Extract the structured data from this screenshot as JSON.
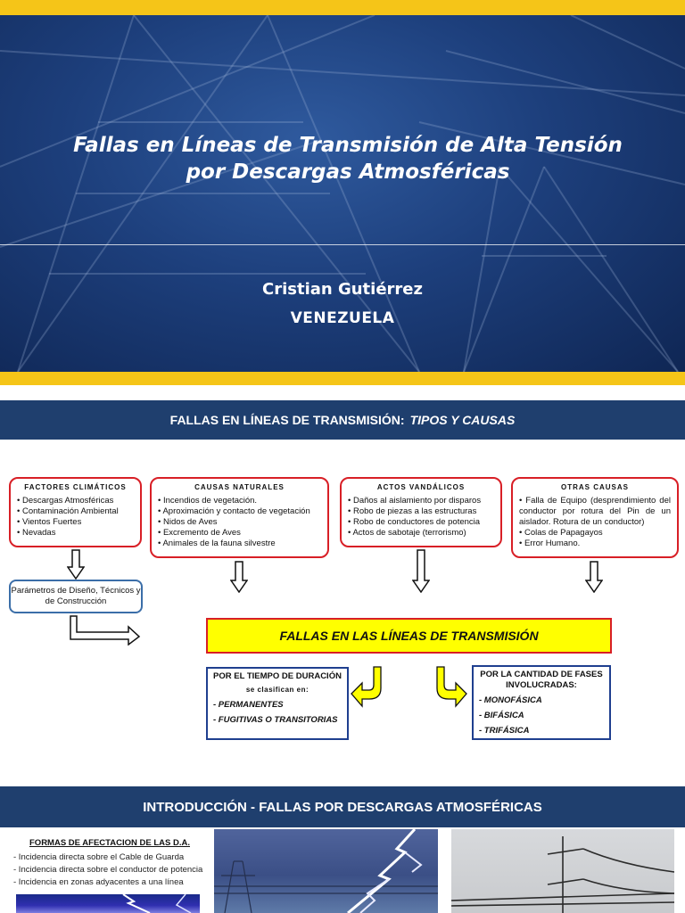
{
  "slide1": {
    "title_line1": "Fallas en Líneas de Transmisión de Alta Tensión",
    "title_line2": "por Descargas Atmosféricas",
    "author": "Cristian Gutiérrez",
    "country": "VENEZUELA",
    "colors": {
      "bar": "#f5c518",
      "background": "#1d3f7c"
    }
  },
  "slide2": {
    "header_main": "FALLAS EN LÍNEAS DE TRANSMISIÓN:",
    "header_italic": "TIPOS Y CAUSAS",
    "factores": {
      "title": "FACTORES CLIMÁTICOS",
      "items": [
        "Descargas Atmosféricas",
        "Contaminación Ambiental",
        "Vientos Fuertes",
        "Nevadas"
      ]
    },
    "naturales": {
      "title": "CAUSAS NATURALES",
      "items": [
        "Incendios de vegetación.",
        "Aproximación y contacto de vegetación",
        "Nidos de Aves",
        "Excremento de Aves",
        "Animales de la fauna silvestre"
      ]
    },
    "vandalicos": {
      "title": "ACTOS VANDÁLICOS",
      "items": [
        "Daños al aislamiento por disparos",
        "Robo de piezas a las estructuras",
        "Robo de conductores de potencia",
        "Actos de sabotaje (terrorismo)"
      ]
    },
    "otras": {
      "title": "OTRAS CAUSAS",
      "items": [
        "Falla de Equipo (desprendimiento del conductor por rotura del Pin de un aislador. Rotura de un conductor)",
        "Colas de Papagayos",
        "Error Humano."
      ]
    },
    "parametros": "Parámetros de Diseño, Técnicos y de Construcción",
    "main_label": "FALLAS EN LAS LÍNEAS DE TRANSMISIÓN",
    "duracion": {
      "title": "POR EL TIEMPO DE DURACIÓN",
      "subtitle": "se clasifican en:",
      "items": [
        "- PERMANENTES",
        "- FUGITIVAS O TRANSITORIAS"
      ]
    },
    "fases": {
      "title": "POR LA CANTIDAD DE FASES INVOLUCRADAS:",
      "items": [
        "- MONOFÁSICA",
        "- BIFÁSICA",
        "- TRIFÁSICA"
      ]
    },
    "colors": {
      "header": "#1f3f6e",
      "box_border": "#d81f26",
      "highlight": "#ffff00",
      "blue_border": "#1f3f8f"
    }
  },
  "slide3": {
    "header": "INTRODUCCIÓN - FALLAS POR DESCARGAS ATMOSFÉRICAS",
    "subheading": "FORMAS DE AFECTACION DE LAS D.A.",
    "items": [
      "- Incidencia directa sobre el Cable de Guarda",
      "- Incidencia directa sobre el conductor de potencia",
      "- Incidencia en zonas adyacentes a una línea"
    ]
  }
}
